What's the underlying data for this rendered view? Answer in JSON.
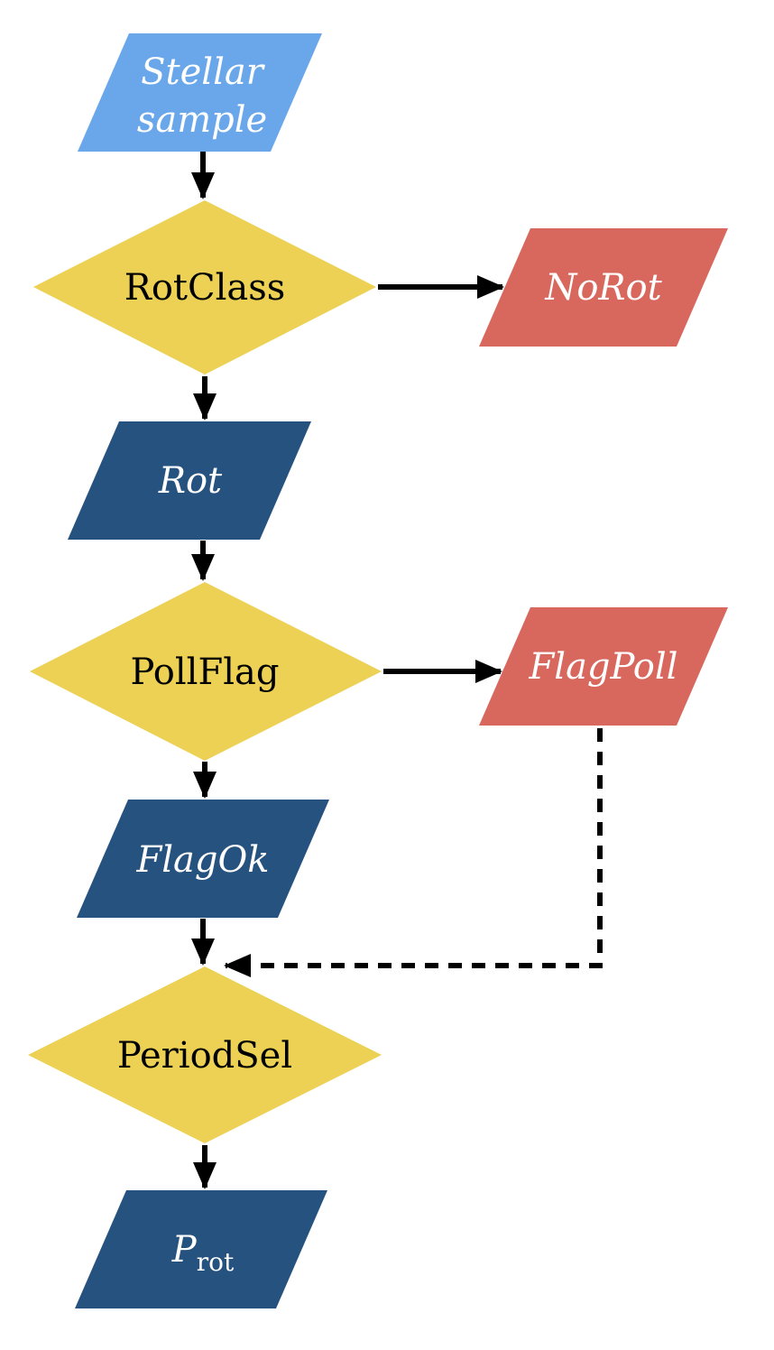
{
  "diagram": {
    "title": "rotation-period-selection-flowchart",
    "colors": {
      "background": "#ffffff",
      "io_blue": "#6aa7ea",
      "decision_yellow": "#ecd154",
      "flag_red": "#d8685e",
      "result_blue": "#26527f",
      "arrow": "#000000",
      "label_dark": "#000000",
      "label_light": "#ffffff"
    },
    "nodes": {
      "stellar_sample": {
        "shape": "parallelogram",
        "role": "input",
        "line1": "Stellar",
        "line2": "sample"
      },
      "rotclass": {
        "shape": "diamond",
        "role": "decision",
        "label": "RotClass"
      },
      "norot": {
        "shape": "parallelogram",
        "role": "rejected-output",
        "label": "NoRot"
      },
      "rot": {
        "shape": "parallelogram",
        "role": "accepted-output",
        "label": "Rot"
      },
      "pollflag": {
        "shape": "diamond",
        "role": "decision",
        "label": "PollFlag"
      },
      "flagpoll": {
        "shape": "parallelogram",
        "role": "rejected-output",
        "label": "FlagPoll"
      },
      "flagok": {
        "shape": "parallelogram",
        "role": "accepted-output",
        "label": "FlagOk"
      },
      "periodsel": {
        "shape": "diamond",
        "role": "decision",
        "label": "PeriodSel"
      },
      "prot": {
        "shape": "parallelogram",
        "role": "final-output",
        "symbol": "P",
        "subscript": "rot"
      }
    },
    "edges": [
      {
        "from": "stellar_sample",
        "to": "rotclass",
        "style": "solid"
      },
      {
        "from": "rotclass",
        "to": "norot",
        "style": "solid"
      },
      {
        "from": "rotclass",
        "to": "rot",
        "style": "solid"
      },
      {
        "from": "rot",
        "to": "pollflag",
        "style": "solid"
      },
      {
        "from": "pollflag",
        "to": "flagpoll",
        "style": "solid"
      },
      {
        "from": "pollflag",
        "to": "flagok",
        "style": "solid"
      },
      {
        "from": "flagok",
        "to": "periodsel",
        "style": "solid"
      },
      {
        "from": "flagpoll",
        "to": "periodsel",
        "style": "dashed"
      },
      {
        "from": "periodsel",
        "to": "prot",
        "style": "solid"
      }
    ]
  }
}
